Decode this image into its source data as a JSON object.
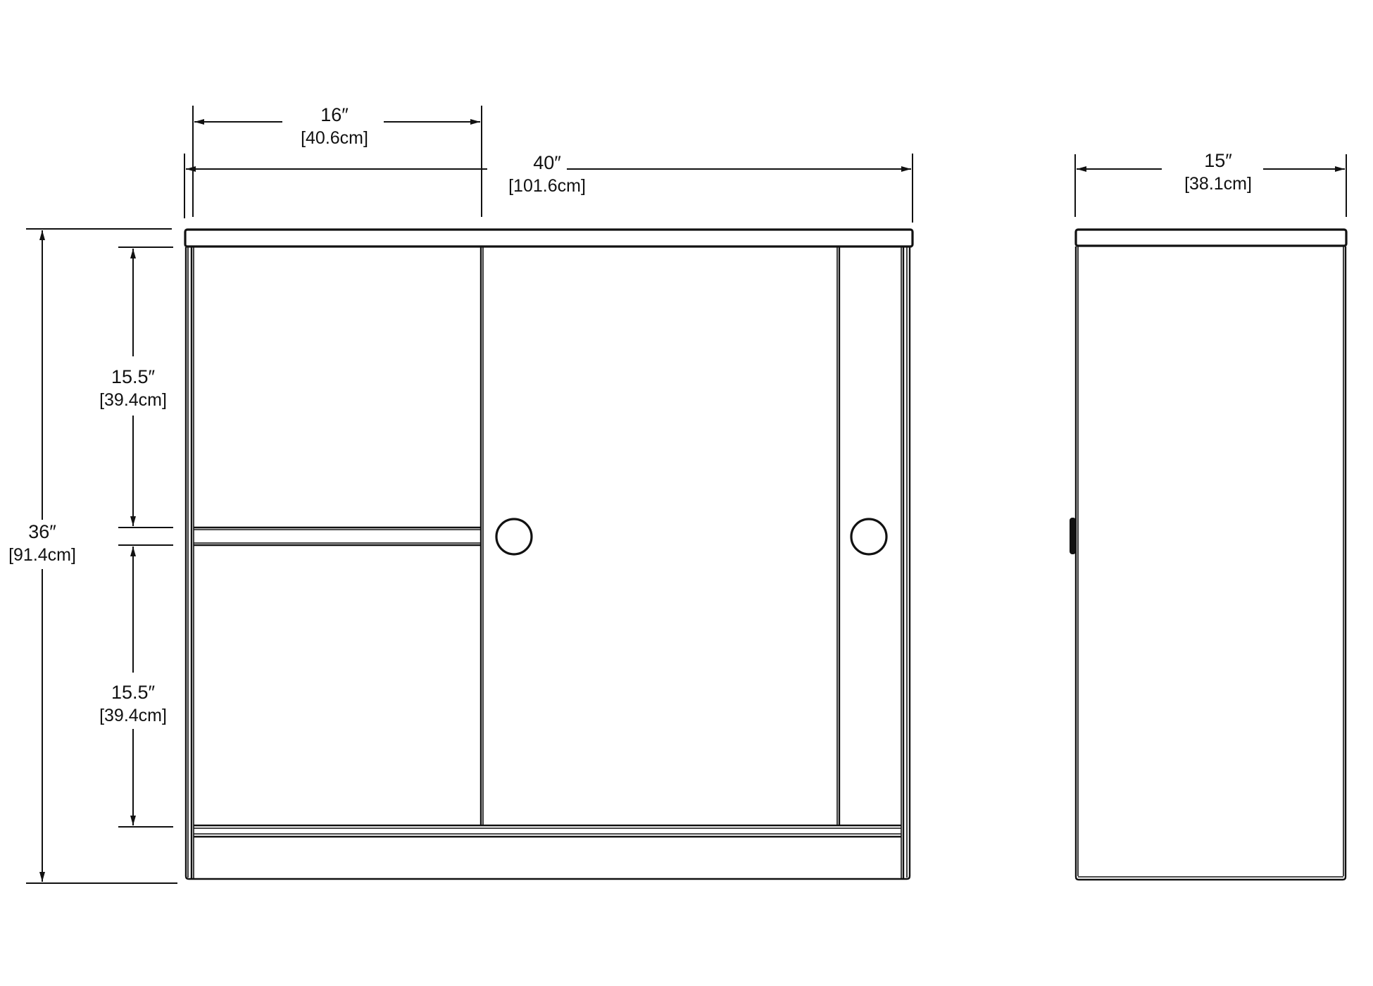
{
  "diagram": {
    "type": "furniture dimension drawing",
    "views": [
      "front-view",
      "side-view"
    ],
    "colors": {
      "line": "#111111",
      "background": "#ffffff"
    }
  },
  "dimensions": {
    "shelf_width": {
      "inches": "16″",
      "cm": "[40.6cm]"
    },
    "overall_width": {
      "inches": "40″",
      "cm": "[101.6cm]"
    },
    "depth": {
      "inches": "15″",
      "cm": "[38.1cm]"
    },
    "overall_height": {
      "inches": "36″",
      "cm": "[91.4cm]"
    },
    "upper_compartment_height": {
      "inches": "15.5″",
      "cm": "[39.4cm]"
    },
    "lower_compartment_height": {
      "inches": "15.5″",
      "cm": "[39.4cm]"
    }
  },
  "front_view": {
    "handles": [
      {
        "name": "left-door-handle",
        "shape": "circle"
      },
      {
        "name": "right-door-handle",
        "shape": "circle"
      }
    ],
    "components": [
      "top-panel",
      "left-side-panel",
      "right-side-panel",
      "open-shelf-compartment",
      "middle-shelf",
      "sliding-door",
      "bottom-shelf",
      "base-kick-plate"
    ]
  },
  "side_view": {
    "handles": [
      {
        "name": "side-door-handle",
        "shape": "bar"
      }
    ],
    "components": [
      "top-panel",
      "side-panel"
    ]
  }
}
